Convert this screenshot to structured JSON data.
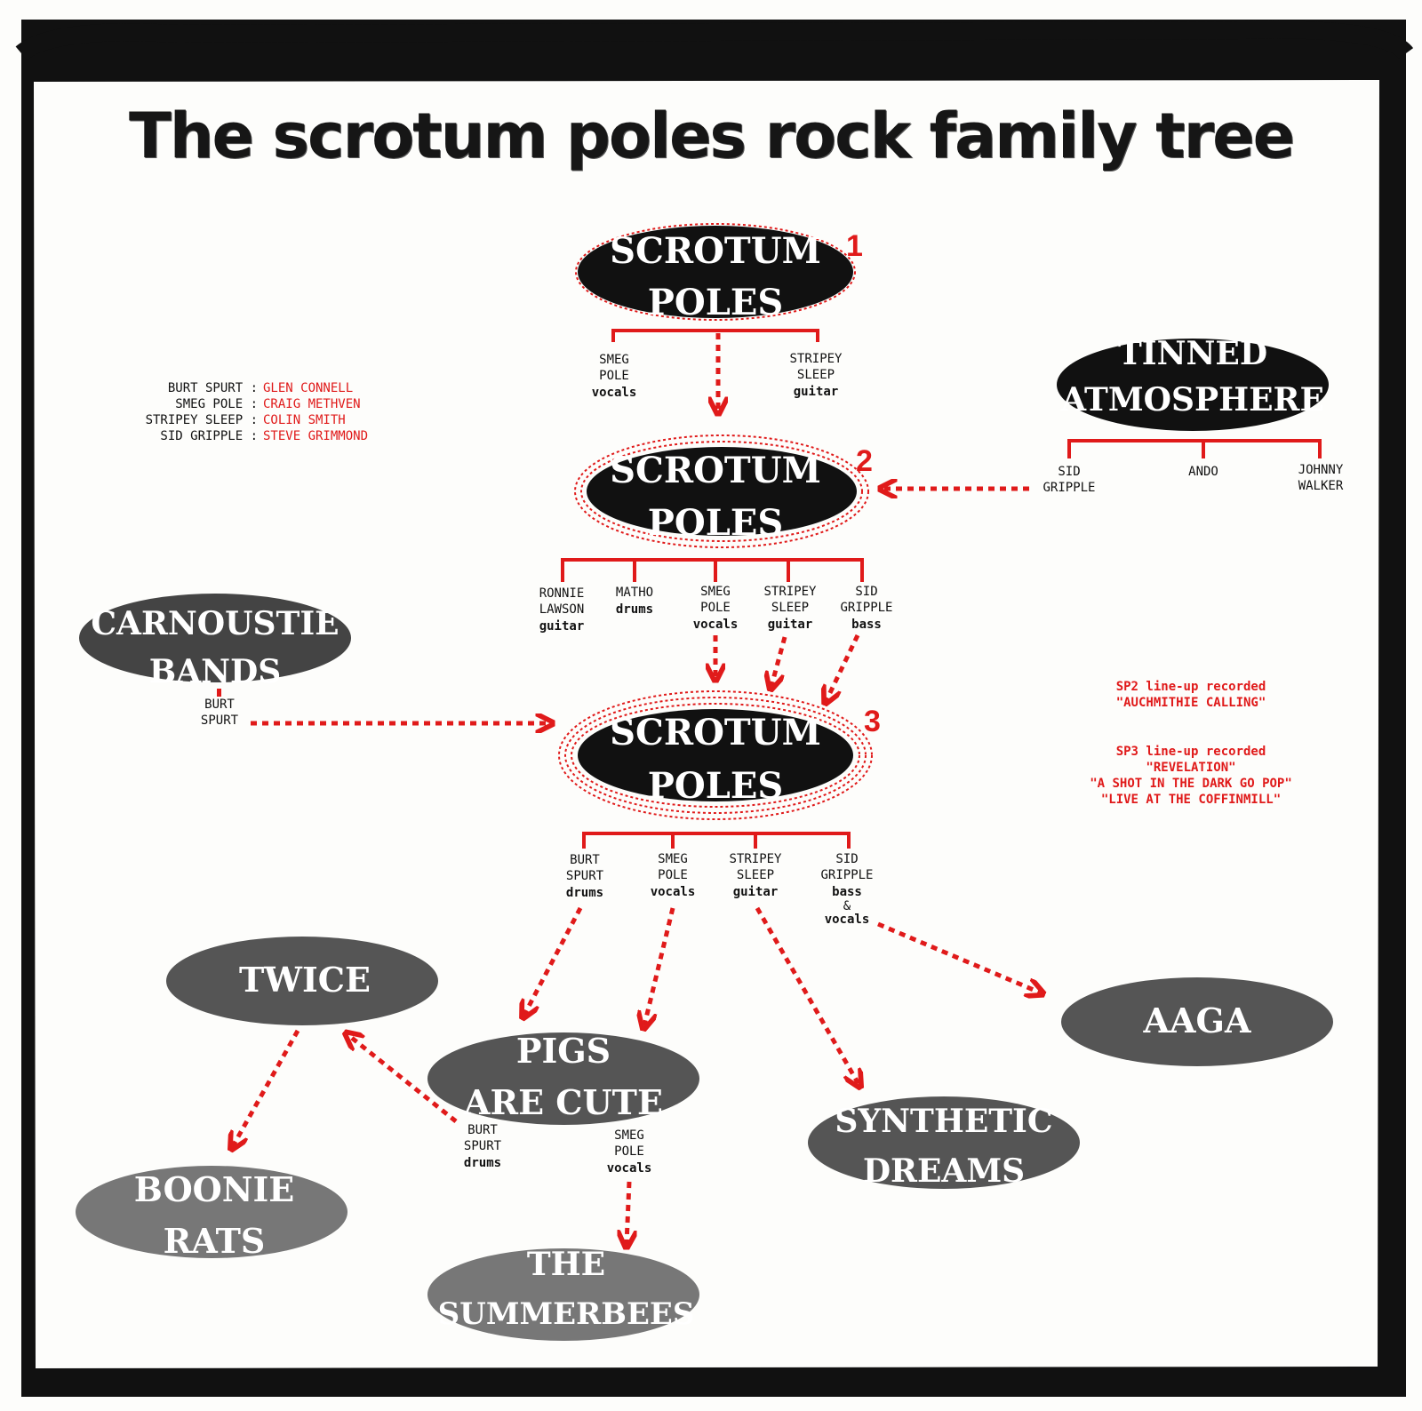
{
  "title": "The scrotum poles rock family tree",
  "colors": {
    "line": "#e01a1a",
    "frame": "#111111",
    "band_dark": "#111111",
    "band_grey": "#555555",
    "paper": "#fdfdfb"
  },
  "legend": [
    {
      "alias": "BURT SPURT",
      "name": "GLEN CONNELL"
    },
    {
      "alias": "SMEG POLE",
      "name": "CRAIG METHVEN"
    },
    {
      "alias": "STRIPEY SLEEP",
      "name": "COLIN SMITH"
    },
    {
      "alias": "SID GRIPPLE",
      "name": "STEVE GRIMMOND"
    }
  ],
  "bands": {
    "sp1": {
      "line1": "SCROTUM",
      "line2": "POLES",
      "number": "1"
    },
    "sp2": {
      "line1": "SCROTUM",
      "line2": "POLES",
      "number": "2"
    },
    "sp3": {
      "line1": "SCROTUM",
      "line2": "POLES",
      "number": "3"
    },
    "tinned": {
      "line1": "TINNED",
      "line2": "ATMOSPHERE"
    },
    "carnoustie": {
      "line1": "CARNOUSTIE",
      "line2": "BANDS"
    },
    "twice": {
      "line1": "TWICE"
    },
    "pigs": {
      "line1": "PIGS",
      "line2": "ARE CUTE"
    },
    "synthetic": {
      "line1": "SYNTHETIC",
      "line2": "DREAMS"
    },
    "aaga": {
      "line1": "AAGA"
    },
    "boonie": {
      "line1": "BOONIE",
      "line2": "RATS"
    },
    "summerbees": {
      "line1": "THE",
      "line2": "SUMMERBEES"
    }
  },
  "members": {
    "sp1_smeg": [
      "SMEG",
      "POLE",
      "vocals"
    ],
    "sp1_stripey": [
      "STRIPEY",
      "SLEEP",
      "guitar"
    ],
    "ta_sid": [
      "SID",
      "GRIPPLE"
    ],
    "ta_ando": [
      "ANDO"
    ],
    "ta_johnny": [
      "JOHNNY",
      "WALKER"
    ],
    "sp2_ronnie": [
      "RONNIE",
      "LAWSON",
      "guitar"
    ],
    "sp2_matho": [
      "MATHO",
      "drums"
    ],
    "sp2_smeg": [
      "SMEG",
      "POLE",
      "vocals"
    ],
    "sp2_stripey": [
      "STRIPEY",
      "SLEEP",
      "guitar"
    ],
    "sp2_sid": [
      "SID",
      "GRIPPLE",
      "bass"
    ],
    "cb_burt": [
      "BURT",
      "SPURT"
    ],
    "sp3_burt": [
      "BURT",
      "SPURT",
      "drums"
    ],
    "sp3_smeg": [
      "SMEG",
      "POLE",
      "vocals"
    ],
    "sp3_stripey": [
      "STRIPEY",
      "SLEEP",
      "guitar"
    ],
    "sp3_sid": [
      "SID",
      "GRIPPLE",
      "bass",
      "&",
      "vocals"
    ],
    "twice_burt": [
      "BURT",
      "SPURT",
      "drums"
    ],
    "pigs_smeg": [
      "SMEG",
      "POLE",
      "vocals"
    ]
  },
  "notes": {
    "sp2_lines": [
      "SP2 line-up recorded",
      "\"AUCHMITHIE CALLING\""
    ],
    "sp3_lines": [
      "SP3 line-up recorded",
      "\"REVELATION\"",
      "\"A SHOT IN THE DARK GO POP\"",
      "\"LIVE AT THE COFFINMILL\""
    ]
  }
}
